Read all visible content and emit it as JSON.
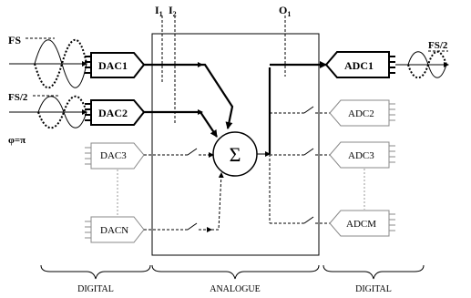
{
  "blocks": {
    "dac1": "DAC1",
    "dac2": "DAC2",
    "dac3": "DAC3",
    "dacn": "DACN",
    "adc1": "ADC1",
    "adc2": "ADC2",
    "adc3": "ADC3",
    "adcm": "ADCM",
    "sum": "Σ"
  },
  "signals": {
    "fs": "FS",
    "fs_half_in": "FS/2",
    "phase": "φ=π",
    "fs_half_out": "FS/2"
  },
  "probes": {
    "i1": "I",
    "i1_sub": "1",
    "i2": "I",
    "i2_sub": "2",
    "o1": "O",
    "o1_sub": "1"
  },
  "sections": {
    "left": "DIGITAL",
    "middle": "ANALOGUE",
    "right": "DIGITAL"
  }
}
